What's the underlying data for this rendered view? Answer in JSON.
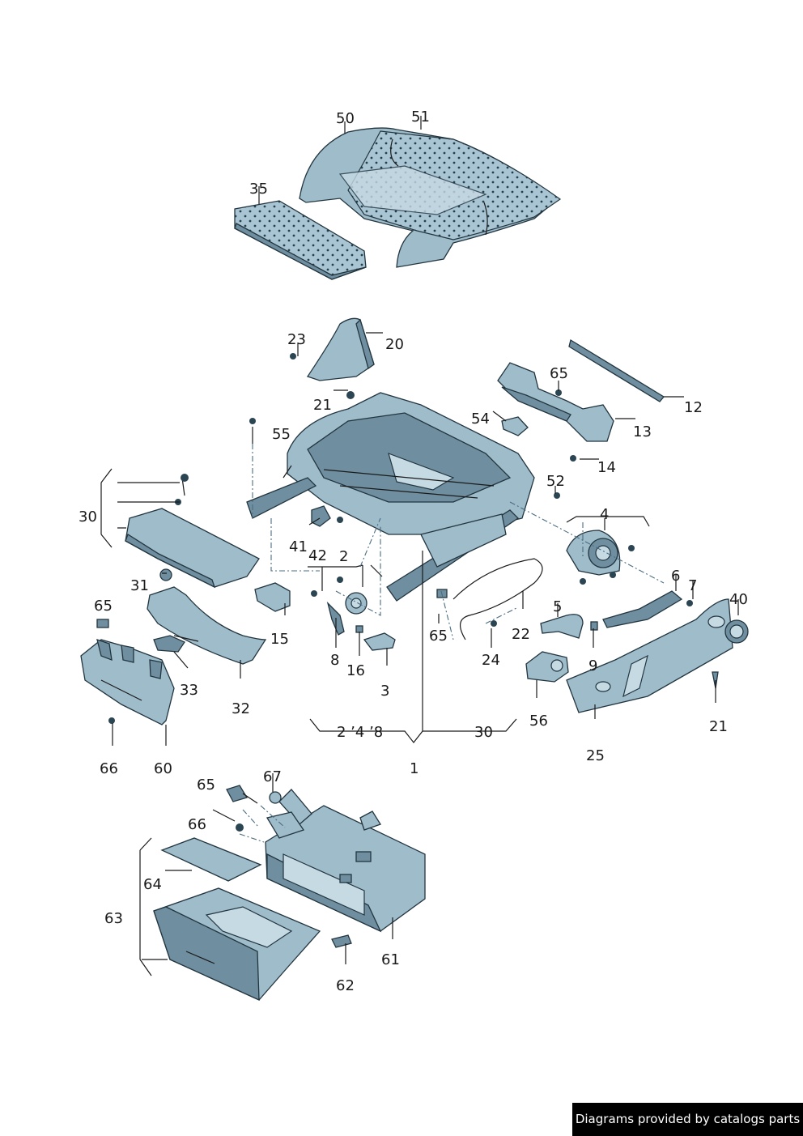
{
  "diagram": {
    "callouts": [
      {
        "id": "50",
        "text": "50"
      },
      {
        "id": "51",
        "text": "51"
      },
      {
        "id": "35",
        "text": "35"
      },
      {
        "id": "23",
        "text": "23"
      },
      {
        "id": "20",
        "text": "20"
      },
      {
        "id": "21a",
        "text": "21"
      },
      {
        "id": "65a",
        "text": "65"
      },
      {
        "id": "12",
        "text": "12"
      },
      {
        "id": "54",
        "text": "54"
      },
      {
        "id": "13",
        "text": "13"
      },
      {
        "id": "14",
        "text": "14"
      },
      {
        "id": "55",
        "text": "55"
      },
      {
        "id": "52",
        "text": "52"
      },
      {
        "id": "30a",
        "text": "30"
      },
      {
        "id": "4",
        "text": "4"
      },
      {
        "id": "41",
        "text": "41"
      },
      {
        "id": "42",
        "text": "42"
      },
      {
        "id": "2",
        "text": "2"
      },
      {
        "id": "31",
        "text": "31"
      },
      {
        "id": "6",
        "text": "6"
      },
      {
        "id": "7",
        "text": "7"
      },
      {
        "id": "40",
        "text": "40"
      },
      {
        "id": "65b",
        "text": "65"
      },
      {
        "id": "15",
        "text": "15"
      },
      {
        "id": "5",
        "text": "5"
      },
      {
        "id": "65c",
        "text": "65"
      },
      {
        "id": "22",
        "text": "22"
      },
      {
        "id": "8",
        "text": "8"
      },
      {
        "id": "24",
        "text": "24"
      },
      {
        "id": "16",
        "text": "16"
      },
      {
        "id": "9",
        "text": "9"
      },
      {
        "id": "33",
        "text": "33"
      },
      {
        "id": "3",
        "text": "3"
      },
      {
        "id": "32",
        "text": "32"
      },
      {
        "id": "56",
        "text": "56"
      },
      {
        "id": "21b",
        "text": "21"
      },
      {
        "id": "group",
        "text": "2 ’4 ’8"
      },
      {
        "id": "30b",
        "text": "30"
      },
      {
        "id": "25",
        "text": "25"
      },
      {
        "id": "66a",
        "text": "66"
      },
      {
        "id": "60",
        "text": "60"
      },
      {
        "id": "1",
        "text": "1"
      },
      {
        "id": "65d",
        "text": "65"
      },
      {
        "id": "67",
        "text": "67"
      },
      {
        "id": "66b",
        "text": "66"
      },
      {
        "id": "64",
        "text": "64"
      },
      {
        "id": "63",
        "text": "63"
      },
      {
        "id": "61",
        "text": "61"
      },
      {
        "id": "62",
        "text": "62"
      }
    ]
  },
  "footer": {
    "text": "Diagrams provided by catalogs parts"
  },
  "colors": {
    "part": "#9fbccb",
    "part_dark": "#6f8fa1",
    "outline": "#22353f",
    "footer_bg": "#000000"
  }
}
